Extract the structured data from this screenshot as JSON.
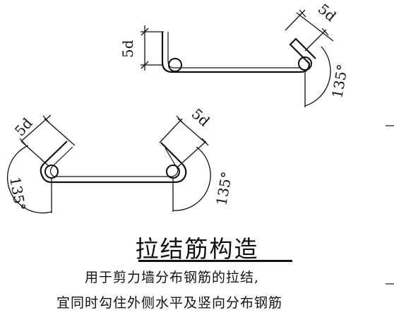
{
  "title": "拉结筋构造",
  "caption": {
    "line1": "用于剪力墙分布钢筋的拉结,",
    "line2": "宜同时勾住外侧水平及竖向分布钢筋"
  },
  "dimensions": {
    "hook_length": "5d",
    "hook_angle": "135°"
  },
  "colors": {
    "ink": "#111111"
  }
}
